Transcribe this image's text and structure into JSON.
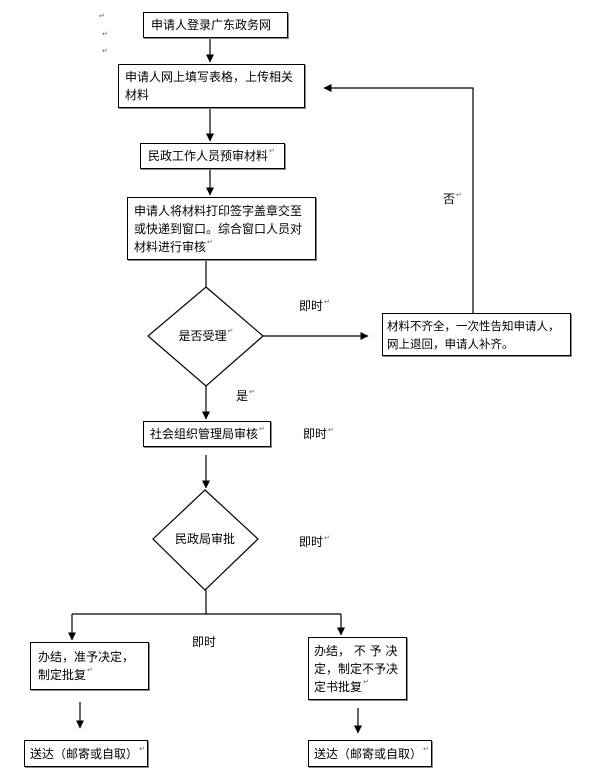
{
  "colors": {
    "ink": "#000000",
    "background": "#ffffff"
  },
  "para_mark": "↵",
  "nodes": {
    "login": {
      "text": "申请人登录广东政务网"
    },
    "fill_form": {
      "lines": [
        "申请人网上填写表格，上传相关",
        "材料"
      ]
    },
    "pre_review": {
      "text": "民政工作人员预审材料"
    },
    "submit_materials": {
      "lines": [
        "申请人将材料打印签字盖章交至",
        "或快递到窗口。综合窗口人员对",
        "材料进行审核"
      ]
    },
    "accept_decision": {
      "text": "是否受理"
    },
    "incomplete": {
      "lines": [
        "材料不齐全，一次性告知申请人，",
        "网上退回，申请人补齐。"
      ]
    },
    "bureau_review": {
      "text": "社会组织管理局审核"
    },
    "approval_decision": {
      "text": "民政局审批"
    },
    "approve": {
      "lines": [
        "办结，准予决定，",
        "制定批复"
      ]
    },
    "reject": {
      "lines": [
        "办结， 不 予 决",
        "定，制定不予决",
        "定书批复"
      ]
    },
    "deliver_left": {
      "text": "送达（邮寄或自取）"
    },
    "deliver_right": {
      "text": "送达（邮寄或自取）"
    }
  },
  "labels": {
    "no": "否",
    "yes": "是",
    "immediate_accept": "即时",
    "immediate_review": "即时",
    "immediate_approval": "即时",
    "immediate_result": "即时"
  }
}
